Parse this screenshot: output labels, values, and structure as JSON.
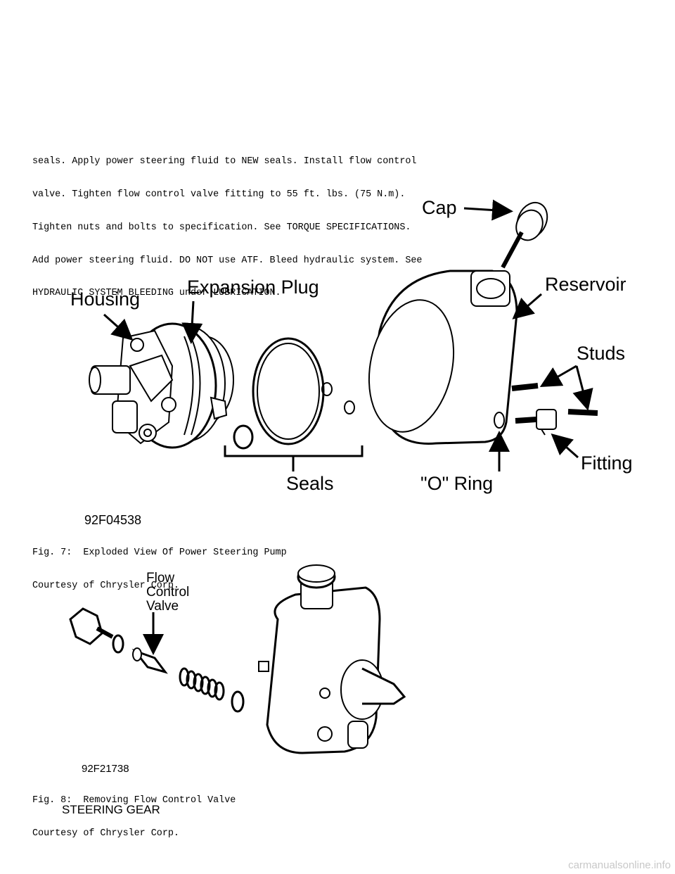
{
  "intro_lines": [
    "seals. Apply power steering fluid to NEW seals. Install flow control",
    "valve. Tighten flow control valve fitting to 55 ft. lbs. (75 N.m).",
    "Tighten nuts and bolts to specification. See TORQUE SPECIFICATIONS.",
    "Add power steering fluid. DO NOT use ATF. Bleed hydraulic system. See",
    "HYDRAULIC SYSTEM BLEEDING under LUBRICATION."
  ],
  "figure7": {
    "labels": {
      "cap": "Cap",
      "housing": "Housing",
      "expansion_plug": "Expansion Plug",
      "reservoir": "Reservoir",
      "studs": "Studs",
      "fitting": "Fitting",
      "seals": "Seals",
      "o_ring": "\"O\" Ring"
    },
    "code": "92F04538",
    "caption": "Fig. 7:  Exploded View Of Power Steering Pump",
    "credit": "Courtesy of Chrysler Corp."
  },
  "figure8": {
    "labels": {
      "flow_control_valve_1": "Flow",
      "flow_control_valve_2": "Control",
      "flow_control_valve_3": "Valve"
    },
    "code": "92F21738",
    "caption": "Fig. 8:  Removing Flow Control Valve",
    "credit": "Courtesy of Chrysler Corp."
  },
  "section_heading": "STEERING GEAR",
  "watermark": "carmanualsonline.info"
}
